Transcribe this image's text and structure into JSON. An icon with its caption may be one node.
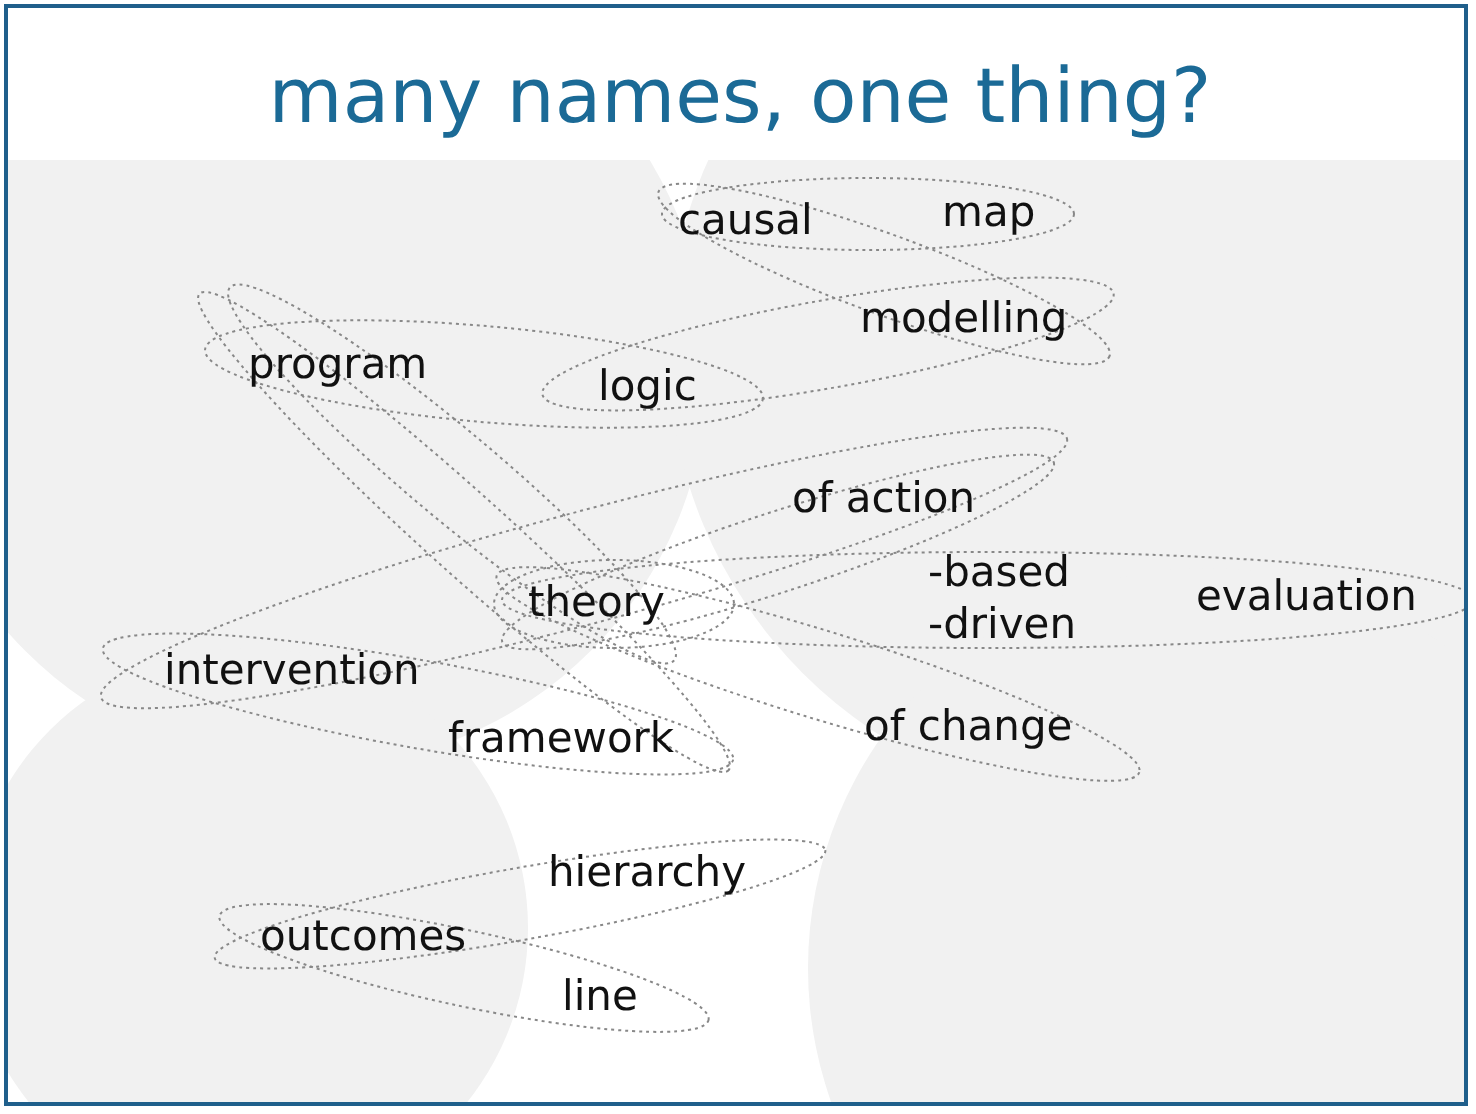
{
  "diagram": {
    "title": "many names, one thing?",
    "labels": [
      "causal",
      "map",
      "modelling",
      "program",
      "logic",
      "of action",
      "-based",
      "theory",
      "-driven",
      "evaluation",
      "intervention",
      "of change",
      "framework",
      "hierarchy",
      "outcomes",
      "line"
    ]
  }
}
